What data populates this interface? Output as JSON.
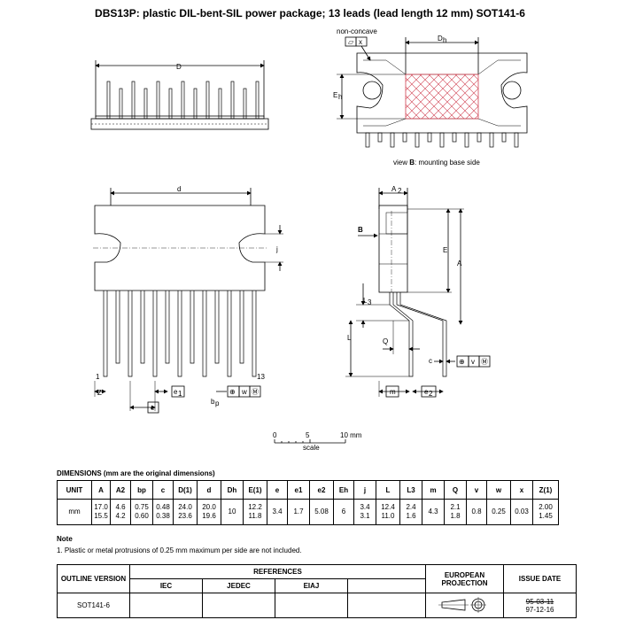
{
  "title": "DBS13P: plastic DIL-bent-SIL power package; 13 leads (lead length 12 mm)   SOT141-6",
  "drawing": {
    "top_view": {
      "dim_D": "D"
    },
    "mounting_view": {
      "non_concave": "non-concave",
      "flatness_box": [
        "▱",
        "x"
      ],
      "dim_Dh": "D",
      "dim_Dh_sub": "h",
      "dim_Eh": "E",
      "dim_Eh_sub": "h",
      "caption_prefix": "view ",
      "caption_bold": "B",
      "caption_suffix": ": mounting base side"
    },
    "front_view": {
      "dim_d": "d",
      "dim_j": "j",
      "pin_first": "1",
      "pin_last": "13",
      "dim_Z": "Z",
      "dim_e1": "e",
      "dim_e1_sub": "1",
      "dim_e": "e",
      "pos_box": [
        "⊕",
        "w",
        "Ⓜ"
      ],
      "dim_bp": "b",
      "dim_bp_sub": "p"
    },
    "side_view": {
      "dim_A2": "A",
      "dim_A2_sub": "2",
      "view_B": "B",
      "dim_E": "E",
      "dim_A": "A",
      "dim_L3": "L",
      "dim_L3_sub": "3",
      "dim_L": "L",
      "dim_Q": "Q",
      "dim_c": "c",
      "pos_box": [
        "⊕",
        "v",
        "Ⓜ"
      ],
      "dim_m": "m",
      "dim_e2": "e",
      "dim_e2_sub": "2"
    },
    "scale": {
      "ticks": [
        "0",
        "5",
        "10 mm"
      ],
      "label": "scale"
    }
  },
  "dimensions": {
    "title": "DIMENSIONS (mm are the original dimensions)",
    "headers": [
      "UNIT",
      "A",
      "A2",
      "bp",
      "c",
      "D(1)",
      "d",
      "Dh",
      "E(1)",
      "e",
      "e1",
      "e2",
      "Eh",
      "j",
      "L",
      "L3",
      "m",
      "Q",
      "v",
      "w",
      "x",
      "Z(1)"
    ],
    "unit": "mm",
    "values": [
      [
        "17.0",
        "15.5"
      ],
      [
        "4.6",
        "4.2"
      ],
      [
        "0.75",
        "0.60"
      ],
      [
        "0.48",
        "0.38"
      ],
      [
        "24.0",
        "23.6"
      ],
      [
        "20.0",
        "19.6"
      ],
      [
        "10"
      ],
      [
        "12.2",
        "11.8"
      ],
      [
        "3.4"
      ],
      [
        "1.7"
      ],
      [
        "5.08"
      ],
      [
        "6"
      ],
      [
        "3.4",
        "3.1"
      ],
      [
        "12.4",
        "11.0"
      ],
      [
        "2.4",
        "1.6"
      ],
      [
        "4.3"
      ],
      [
        "2.1",
        "1.8"
      ],
      [
        "0.8"
      ],
      [
        "0.25"
      ],
      [
        "0.03"
      ],
      [
        "2.00",
        "1.45"
      ]
    ]
  },
  "note": {
    "heading": "Note",
    "text": "1. Plastic or metal protrusions of 0.25 mm maximum per side are not included."
  },
  "references": {
    "outline_header": "OUTLINE VERSION",
    "references_header": "REFERENCES",
    "iec": "IEC",
    "jedec": "JEDEC",
    "eiaj": "EIAJ",
    "projection_header": "EUROPEAN PROJECTION",
    "issue_header": "ISSUE DATE",
    "outline_value": "SOT141-6",
    "issue_old": "95-03-11",
    "issue_new": "97-12-16"
  }
}
